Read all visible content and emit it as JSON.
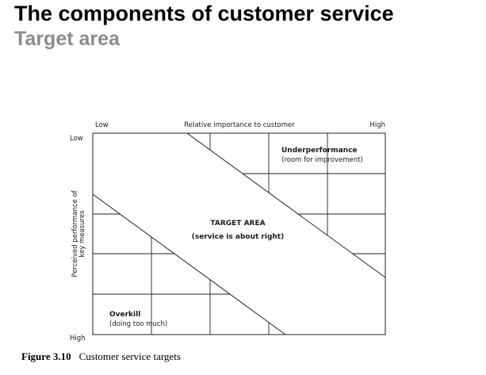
{
  "slide": {
    "title": "The components of customer service",
    "subtitle": "Target area"
  },
  "figure": {
    "x_axis": {
      "low": "Low",
      "title": "Relative importance to customer",
      "high": "High"
    },
    "y_axis": {
      "low": "Low",
      "title_line1": "Perceived performance of",
      "title_line2": "key measures",
      "high": "High"
    },
    "regions": {
      "underperformance": {
        "title": "Underperformance",
        "subtitle": "(room for improvement)"
      },
      "target": {
        "title": "TARGET AREA",
        "subtitle": "(service is about right)"
      },
      "overkill": {
        "title": "Overkill",
        "subtitle": "(doing too much)"
      }
    },
    "caption": {
      "number": "Figure 3.10",
      "text": "Customer service targets"
    }
  }
}
